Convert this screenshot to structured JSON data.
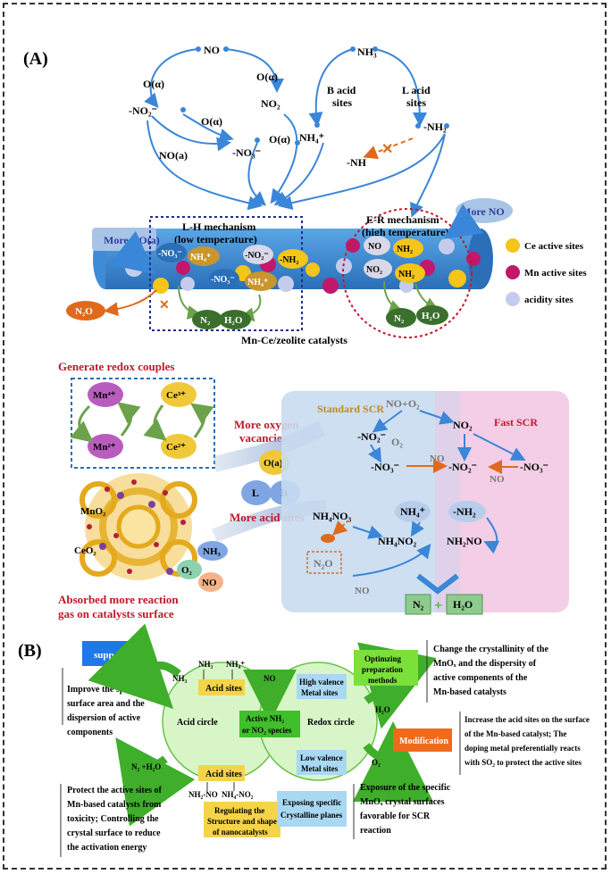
{
  "panel_a": {
    "label": "(A)",
    "top": {
      "no": "NO",
      "o_alpha_left": "O(α)",
      "o_alpha_right": "O(α)",
      "no2_minus": "-NO₂⁻",
      "no2": "NO₂",
      "o_alpha_mid": "O(α)",
      "no_a": "NO(a)",
      "no3_minus": "-NO₃⁻",
      "o_alpha_lower": "O(α)",
      "nh4_plus": "NH₄⁺",
      "b_acid_1": "B acid",
      "b_acid_2": "sites",
      "nh3": "NH₃",
      "l_acid_1": "L acid",
      "l_acid_2": "sites",
      "nh2": "-NH₂",
      "nh": "-NH"
    },
    "catalyst": {
      "more_no_a": "More NO(a)",
      "lh_title_1": "L-H mechanism",
      "lh_title_2": "(low temperature)",
      "er_title_1": "E-R mechanism",
      "er_title_2": "(high temperature)",
      "more_no": "More NO",
      "no3_a": "-NO₃⁻",
      "nh4_a": "NH₄⁺",
      "no2_a": "-NO₂⁻",
      "nh2_a": "-NH₂",
      "no3_b": "-NO₃⁻",
      "nh4_b": "NH₄⁺",
      "no_b": "NO",
      "nh2_b": "NH₂",
      "no2_b": "NO₂",
      "nh2_c": "NH₂",
      "n2o": "N₂O",
      "n2_left": "N₂",
      "h2o_left": "H₂O",
      "n2_right": "N₂",
      "h2o_right": "H₂O",
      "support_caption": "Mn-Ce/zeolite catalysts",
      "legend": [
        {
          "label": "Ce active sites",
          "color": "#F5C518"
        },
        {
          "label": "Mn active sites",
          "color": "#C2186B"
        },
        {
          "label": "acidity sites",
          "color": "#C5CCEB"
        }
      ]
    },
    "redox": {
      "title": "Generate redox couples",
      "mn4": "Mn⁴⁺",
      "ce3": "Ce³⁺",
      "mn2": "Mn²⁺",
      "ce2": "Ce²⁺",
      "more_oxygen_1": "More oxygen",
      "more_oxygen_2": "vacancies",
      "o_a": "O(a)",
      "l": "L",
      "b": "B",
      "more_acid": "More acid sites",
      "mno2": "MnO₂",
      "ceo2": "CeO₂",
      "nh3": "NH₃",
      "o2": "O₂",
      "no": "NO",
      "absorbed_1": "Absorbed more reaction",
      "absorbed_2": "gas on catalysts surface"
    },
    "scr": {
      "standard": "Standard SCR",
      "fast": "Fast SCR",
      "no_o2": "NO+O₂",
      "no2_minus_l": "-NO₂⁻",
      "o2": "O₂",
      "no2": "NO₂",
      "no3_minus_l": "-NO₃⁻",
      "no_1": "NO",
      "no2_minus_c": "-NO₂⁻",
      "no_2": "NO",
      "no3_minus_r": "-NO₃⁻",
      "nh4no3": "NH₄NO₃",
      "nh4_plus": "NH₄⁺",
      "nh2": "-NH₂",
      "nh4no2": "NH₄NO₂",
      "nh2no": "NH₂NO",
      "n2o": "N₂O",
      "no_3": "NO",
      "n2": "N₂",
      "plus": "+",
      "h2o": "H₂O"
    }
  },
  "panel_b": {
    "label": "(B)",
    "supports": "supports",
    "supports_text": [
      "Improve the specific",
      "surface area and the",
      "dispersion of active",
      "components"
    ],
    "nh3_top": "NH₃",
    "nh4_top": "NH₄⁺",
    "nh3_arrow": "NH₃",
    "acid_sites_top": "Acid sites",
    "no_top": "NO",
    "high_valence_1": "High valence",
    "high_valence_2": "Metal sites",
    "acid_circle": "Acid circle",
    "active_center_1": "Active NH₂",
    "active_center_2": "or NO₂ species",
    "redox_circle": "Redox circle",
    "low_valence_1": "Low valence",
    "low_valence_2": "Metal sites",
    "h2o": "H₂O",
    "o2": "O₂",
    "n2_h2o": "N₂ +H₂O",
    "acid_sites_bottom": "Acid sites",
    "nh2no": "NH₂-NO",
    "nh4no2": "NH₄-NO₂",
    "optimizing_1": "Optimzing",
    "optimizing_2": "preparation",
    "optimizing_3": "methods",
    "optimizing_text": [
      "Change the crystallinity of the",
      "MnOₓ and the dispersity of",
      "active components of the",
      "Mn-based catalysts"
    ],
    "modification": "Modification",
    "modification_text": [
      "Increase the acid sites on the surface",
      "of the Mn-based catalyst; The",
      "doping metal preferentially reacts",
      "with SO₂ to protect the active sites"
    ],
    "protect_text": [
      "Protect the active sites of",
      "Mn-based catalysts from",
      "toxicity; Controlling the",
      "crystal surface to reduce",
      "the activation energy"
    ],
    "regulating_1": "Regulating the",
    "regulating_2": "Structure and shape",
    "regulating_3": "of nanocatalysts",
    "exposing_1": "Exposing specific",
    "exposing_2": "Crystalline planes",
    "exposure_text": [
      "Exposure of the specific",
      "MnOₓ crystal surfaces",
      "favorable for SCR",
      "reaction"
    ]
  }
}
